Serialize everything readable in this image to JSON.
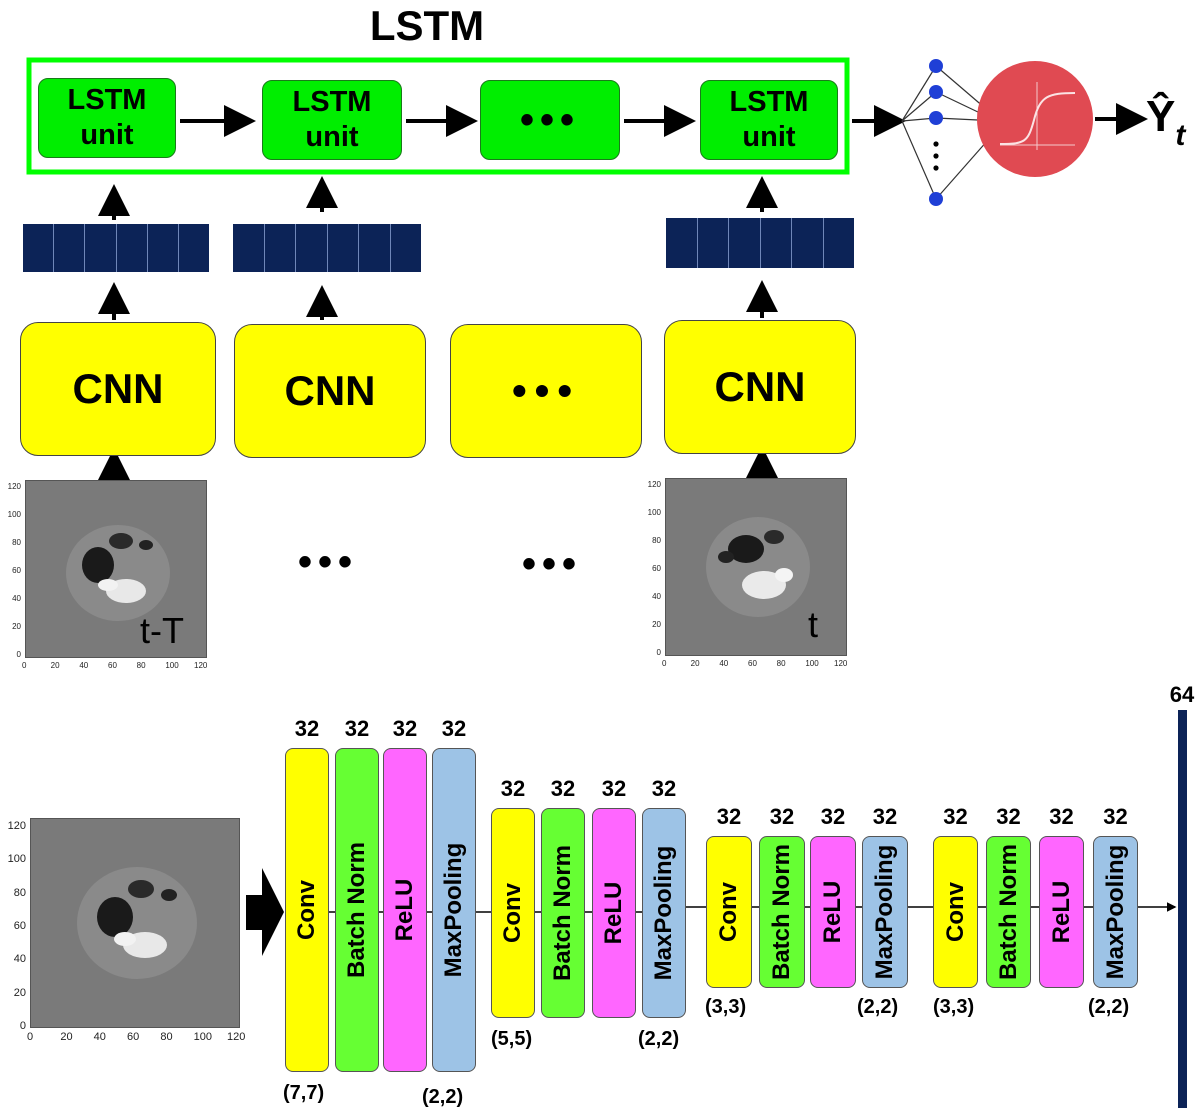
{
  "lstm": {
    "title": "LSTM",
    "units": [
      {
        "line1": "LSTM",
        "line2": "unit"
      },
      {
        "line1": "LSTM",
        "line2": "unit"
      },
      {
        "ellipsis": "•••"
      },
      {
        "line1": "LSTM",
        "line2": "unit"
      }
    ],
    "output_label": "Ŷ",
    "output_subscript": "t"
  },
  "cnn_row": {
    "boxes": [
      "CNN",
      "CNN",
      "•••",
      "CNN"
    ]
  },
  "input_images": {
    "first_label": "t-T",
    "last_label": "t",
    "gap_ellipsis": [
      "•••",
      "•••"
    ],
    "y_ticks": [
      "120",
      "100",
      "80",
      "60",
      "40",
      "20",
      "0"
    ],
    "x_ticks": [
      "0",
      "20",
      "40",
      "60",
      "80",
      "100",
      "120"
    ]
  },
  "cnn_detail": {
    "output_size": "64",
    "blocks": [
      {
        "counts": [
          "32",
          "32",
          "32",
          "32"
        ],
        "layers": [
          "Conv",
          "Batch Norm",
          "ReLU",
          "MaxPooling"
        ],
        "kernel": "(7,7)",
        "pool": "(2,2)"
      },
      {
        "counts": [
          "32",
          "32",
          "32",
          "32"
        ],
        "layers": [
          "Conv",
          "Batch Norm",
          "ReLU",
          "MaxPooling"
        ],
        "kernel": "(5,5)",
        "pool": "(2,2)"
      },
      {
        "counts": [
          "32",
          "32",
          "32",
          "32"
        ],
        "layers": [
          "Conv",
          "Batch Norm",
          "ReLU",
          "MaxPooling"
        ],
        "kernel": "(3,3)",
        "pool": "(2,2)"
      },
      {
        "counts": [
          "32",
          "32",
          "32",
          "32"
        ],
        "layers": [
          "Conv",
          "Batch Norm",
          "ReLU",
          "MaxPooling"
        ],
        "kernel": "(3,3)",
        "pool": "(2,2)"
      }
    ]
  },
  "colors": {
    "lstm_green": "#00ee00",
    "lstm_border": "#00ff00",
    "cnn_yellow": "#ffff00",
    "vector_navy": "#0c2357",
    "conv": "#ffff00",
    "batchnorm": "#66ff33",
    "relu": "#ff66ff",
    "maxpool": "#9dc3e6",
    "sigmoid_red": "#e04a52",
    "node_blue": "#1f3fd6"
  }
}
